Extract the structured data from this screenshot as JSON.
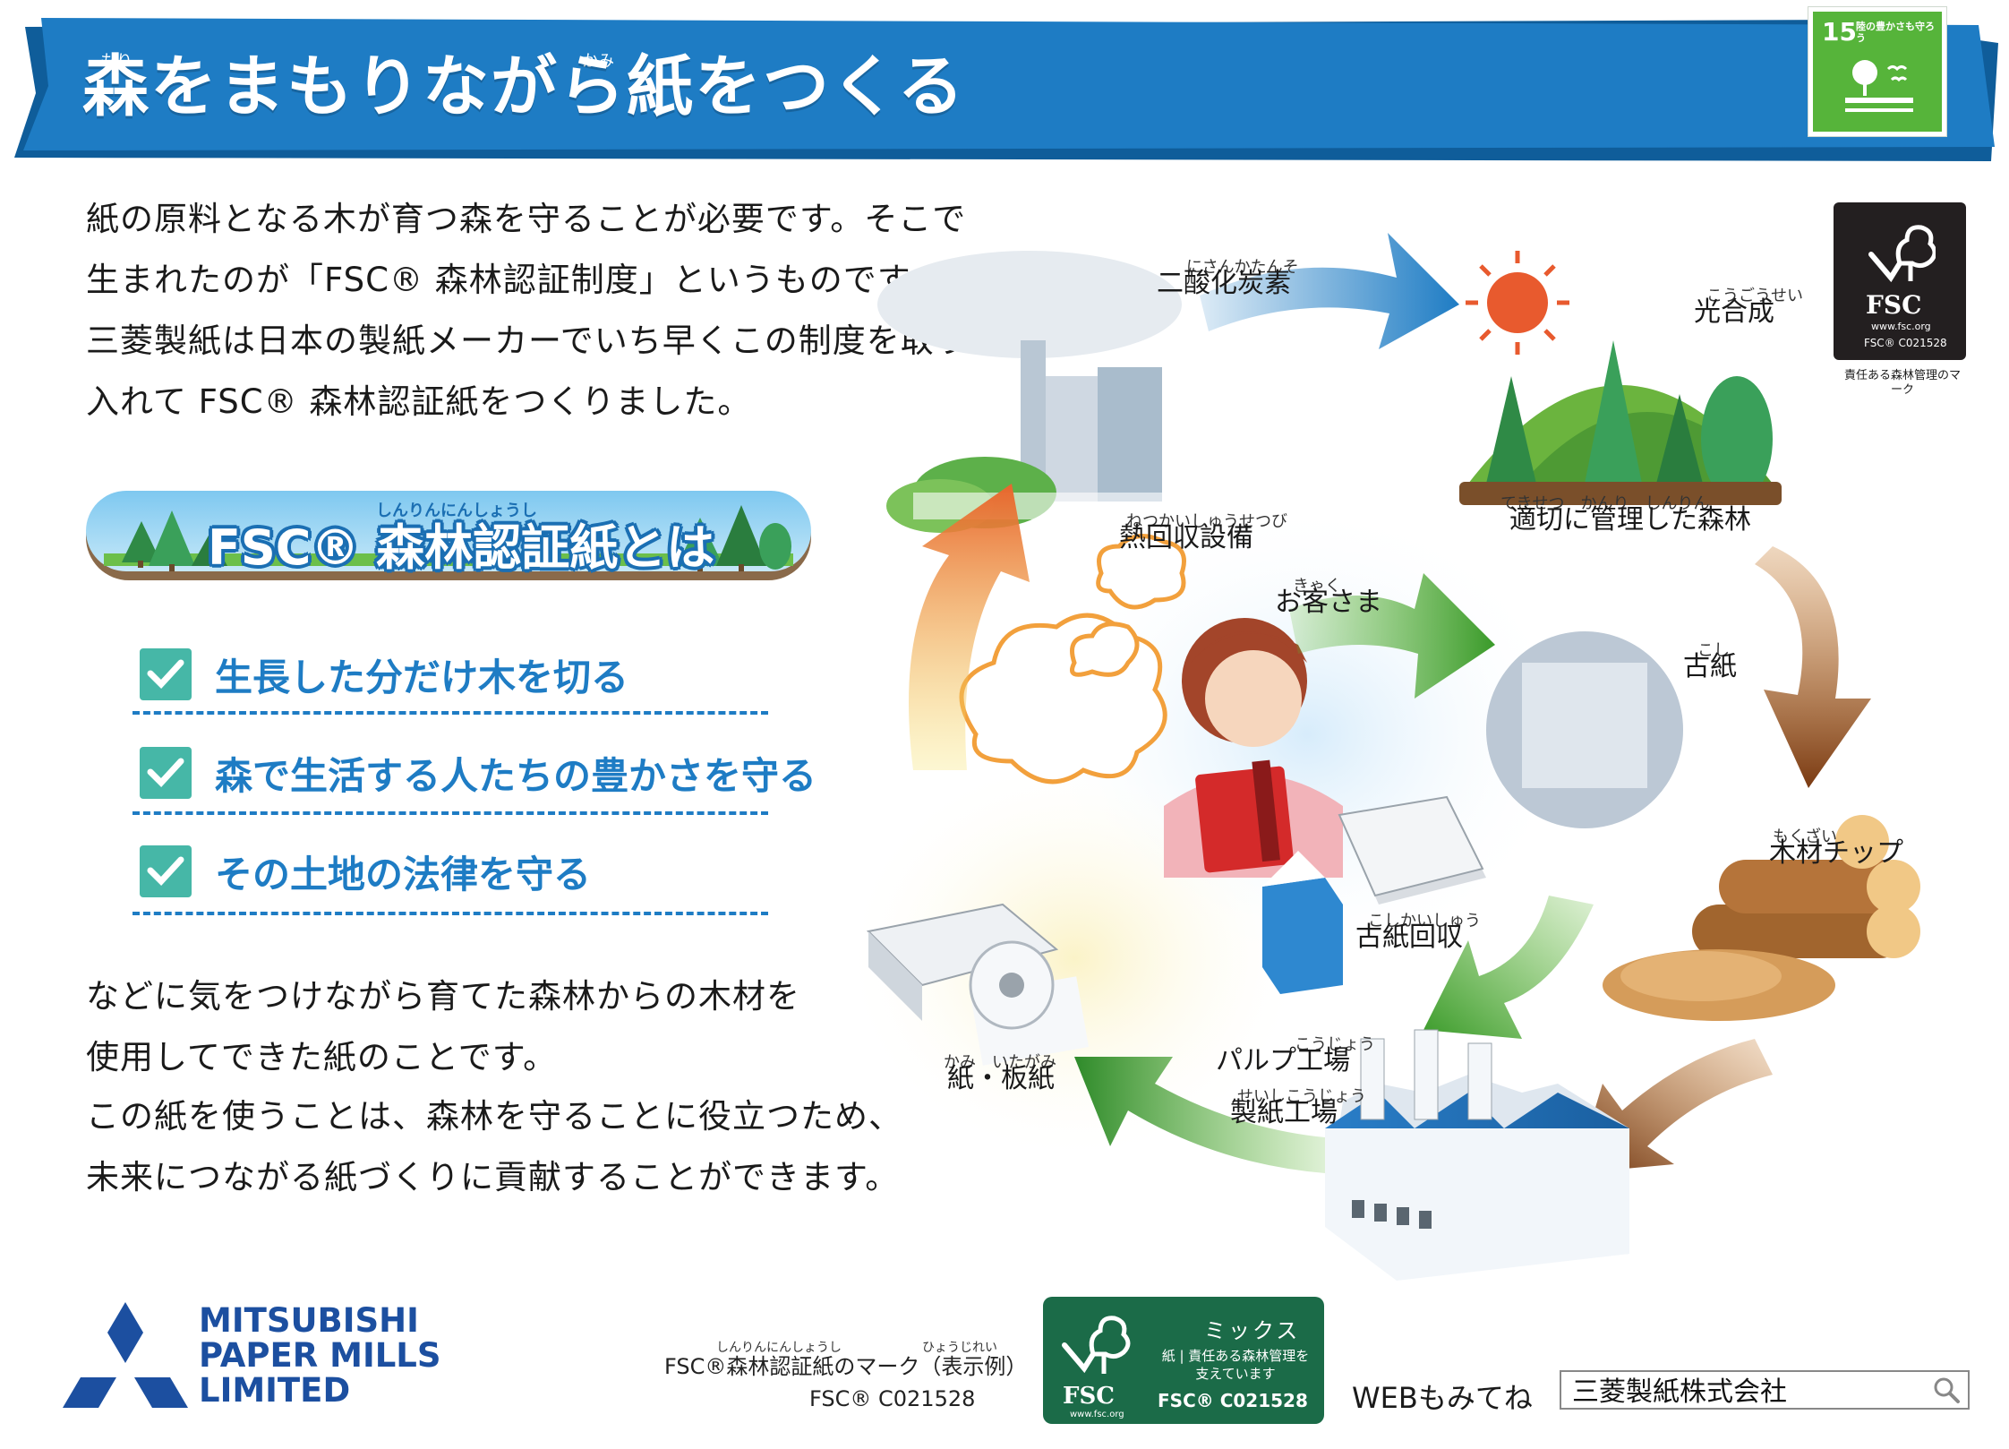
{
  "header": {
    "title": "森をまもりながら紙をつくる",
    "ruby_mori": "もり",
    "ruby_kami": "かみ"
  },
  "sdg": {
    "number": "15",
    "text": "陸の豊かさも守ろう"
  },
  "intro": {
    "lines": [
      "紙の原料となる木が育つ森を守ることが必要です。そこで",
      "生まれたのが「FSC® 森林認証制度」というものです。",
      "三菱製紙は日本の製紙メーカーでいち早くこの制度を取り",
      "入れて FSC® 森林認証紙をつくりました。"
    ]
  },
  "fsc_heading": {
    "title": "FSC® 森林認証紙とは",
    "ruby": "しんりんにんしょうし"
  },
  "checklist": [
    {
      "label": "生長した分だけ木を切る"
    },
    {
      "label": "森で生活する人たちの豊かさを守る"
    },
    {
      "label": "その土地の法律を守る"
    }
  ],
  "outro": {
    "lines": [
      "などに気をつけながら育てた森林からの木材を",
      "使用してできた紙のことです。",
      "この紙を使うことは、森林を守ることに役立つため、",
      "未来につながる紙づくりに貢献することができます。"
    ]
  },
  "diagram": {
    "co2": "二酸化炭素",
    "co2_ruby": "にさんかたんそ",
    "photosynthesis": "光合成",
    "photosynthesis_ruby": "こうごうせい",
    "forest": "適切に管理した森林",
    "forest_ruby": "てきせつ　かんり　しんりん",
    "heat_recovery": "熱回収設備",
    "heat_recovery_ruby": "ねつかいしゅうせつび",
    "customer": "お客さま",
    "customer_ruby": "きゃく",
    "wastepaper": "古紙",
    "wastepaper_ruby": "こし",
    "wood_chip": "木材チップ",
    "wood_chip_ruby": "もくざい",
    "collection": "古紙回収",
    "collection_ruby": "こしかいしゅう",
    "pulp_mill": "パルプ工場",
    "pulp_mill_ruby": "こうじょう",
    "paper_mill": "製紙工場",
    "paper_mill_ruby": "せいしこうじょう",
    "paper_board": "紙・板紙",
    "paper_board_ruby": "かみ　いたがみ"
  },
  "fsc_logo_dark": {
    "fsc": "FSC",
    "url": "www.fsc.org",
    "code": "FSC® C021528",
    "caption": "責任ある森林管理のマーク"
  },
  "company": {
    "line1": "MITSUBISHI",
    "line2": "PAPER MILLS",
    "line3": "LIMITED"
  },
  "fsc_mark_caption": {
    "line1": "FSC®森林認証紙のマーク（表示例）",
    "line2": "FSC® C021528",
    "ruby1": "しんりんにんしょうし",
    "ruby2": "ひょうじれい"
  },
  "fsc_mix": {
    "title": "ミックス",
    "desc": "紙 | 責任ある森林管理を支えています",
    "code": "FSC® C021528",
    "fsc": "FSC",
    "url": "www.fsc.org"
  },
  "web": {
    "label": "WEBもみてね",
    "search_value": "三菱製紙株式会社"
  },
  "colors": {
    "banner": "#1e7cc4",
    "check": "#46b7a7",
    "accent_text": "#1e7cc4",
    "fsc_green": "#1b6b48"
  }
}
